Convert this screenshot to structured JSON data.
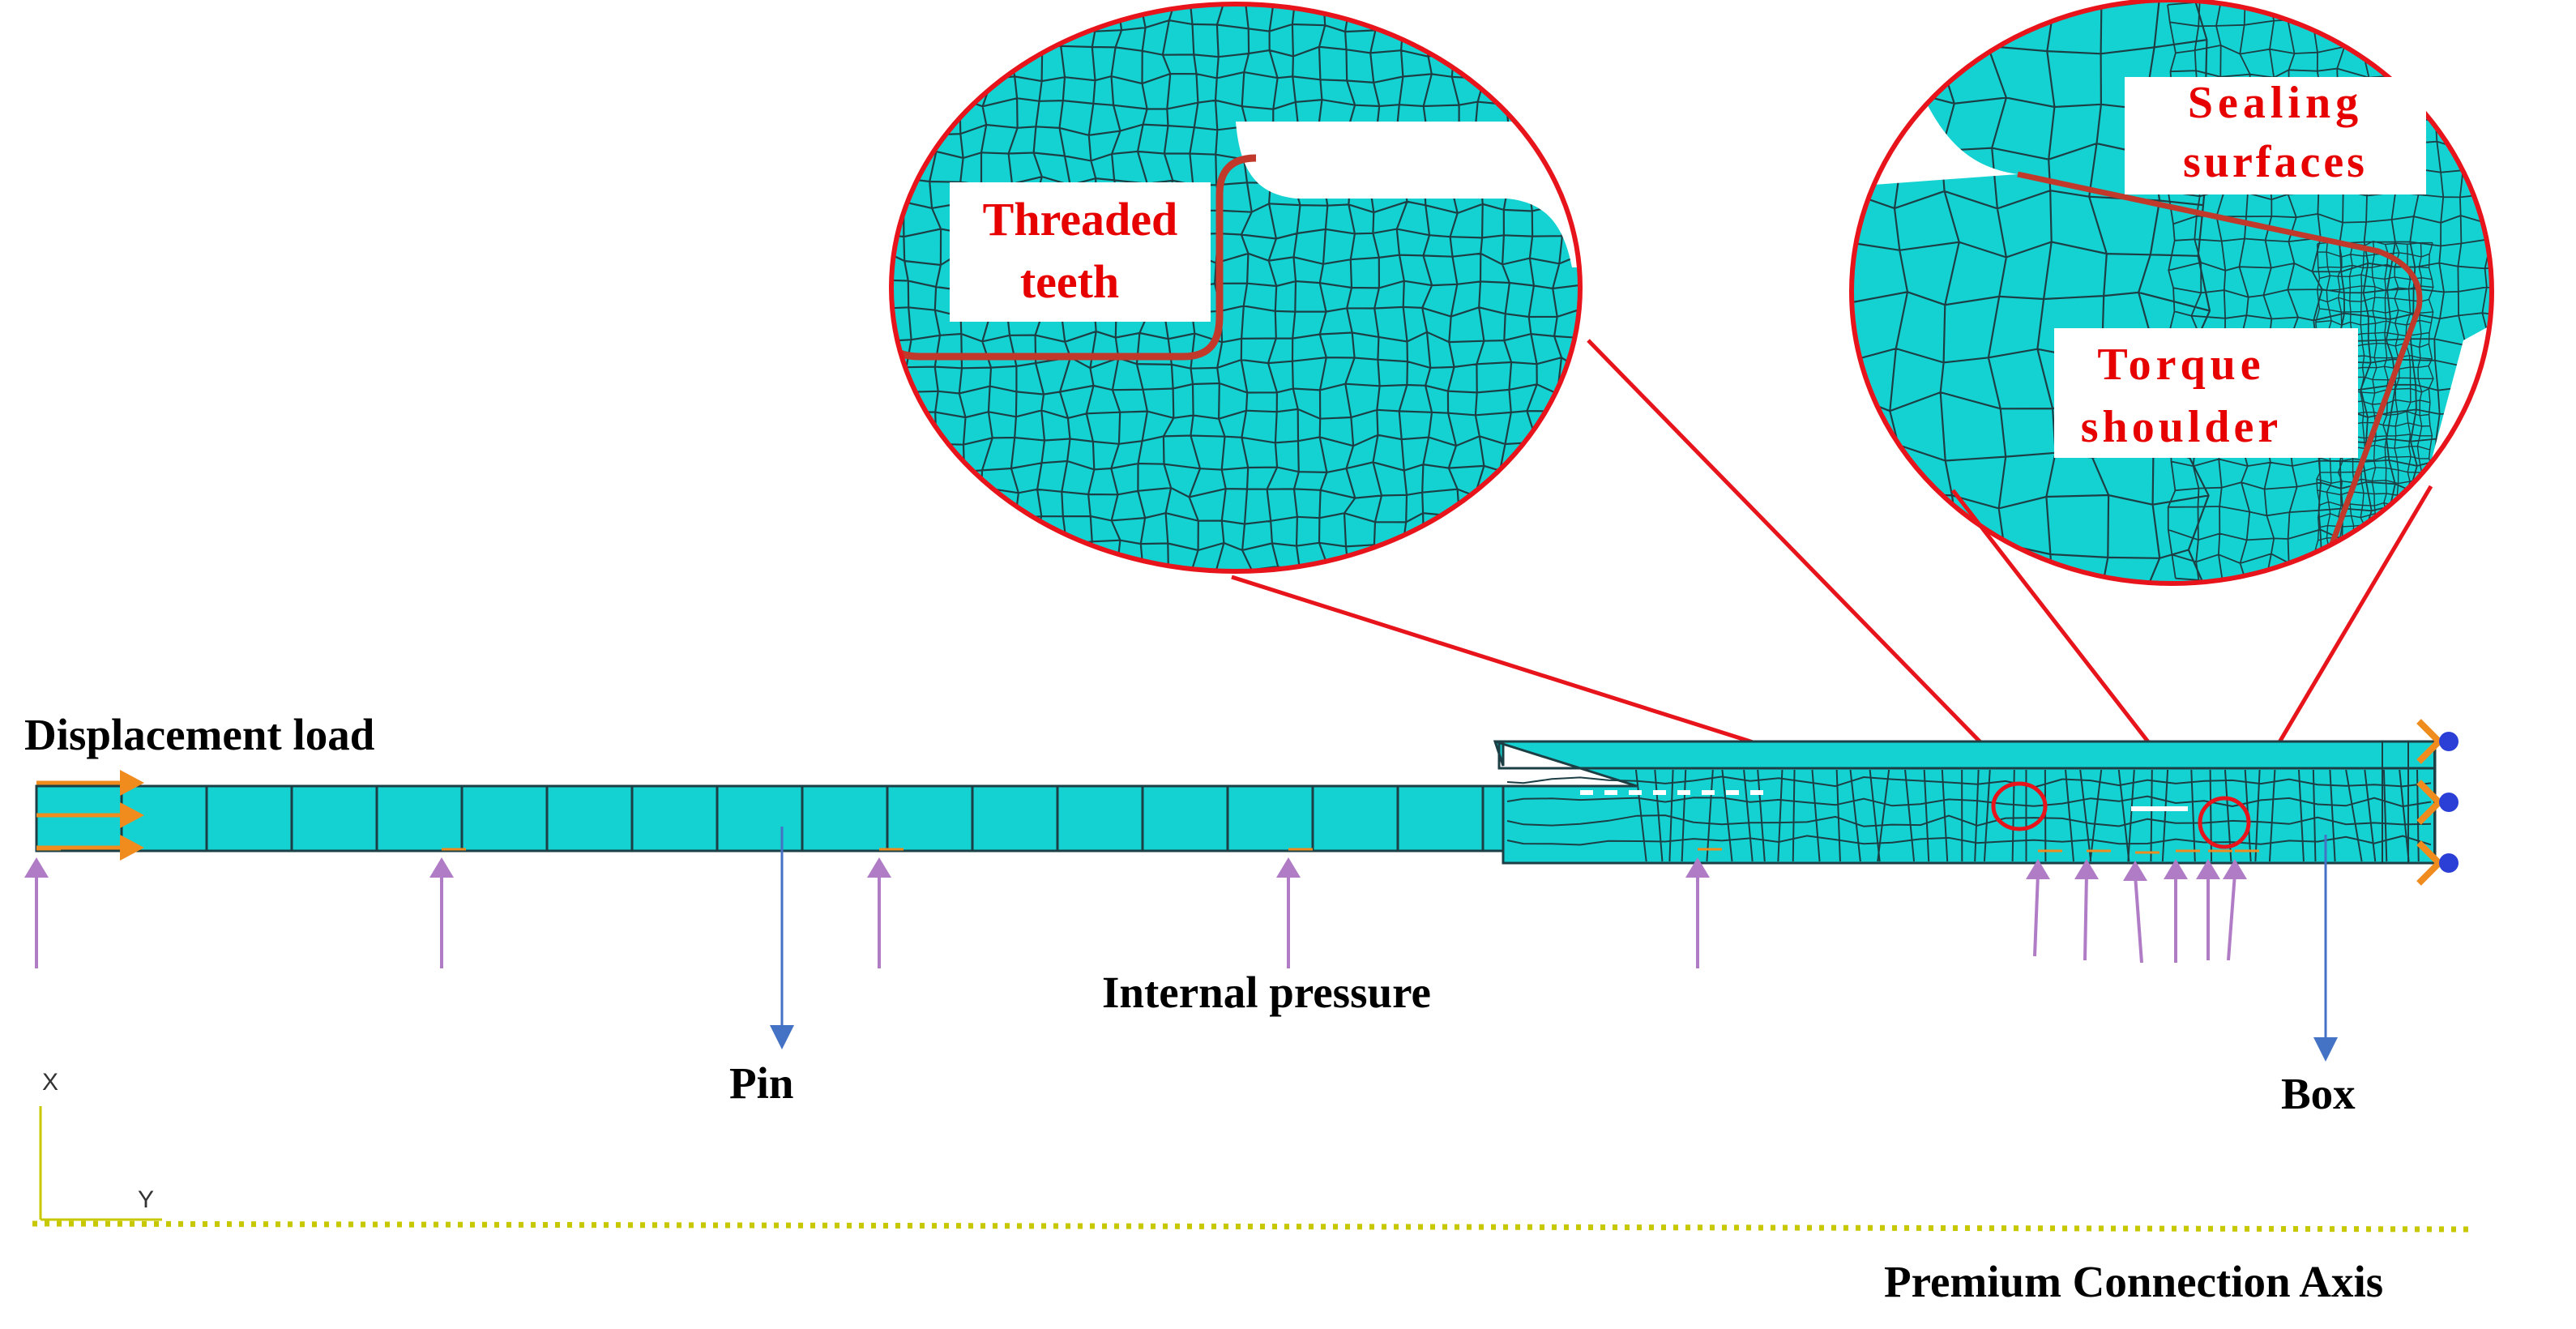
{
  "labels": {
    "displacement_load": "Displacement load",
    "internal_pressure": "Internal pressure",
    "pin": "Pin",
    "box": "Box",
    "axis": "Premium Connection Axis",
    "threaded_teeth_1": "Threaded",
    "threaded_teeth_2": "teeth",
    "sealing_1": "Sealing",
    "sealing_2": "surfaces",
    "torque_1": "Torque",
    "torque_2": "shoulder",
    "axis_x": "X",
    "axis_y": "Y"
  },
  "colors": {
    "mesh_fill": "#15d2d2",
    "mesh_line": "#1b3f44",
    "callout": "#e8141c",
    "pressure_arrow": "#b07cc6",
    "load_arrow": "#f08c1e",
    "pointer_arrow": "#4472c4",
    "axis_dots": "#c8c800",
    "constraint": "#2b3fd6"
  },
  "icons": {
    "constraint": "pin-constraint-icon",
    "pressure": "pressure-arrow-icon",
    "load": "displacement-arrow-icon"
  }
}
